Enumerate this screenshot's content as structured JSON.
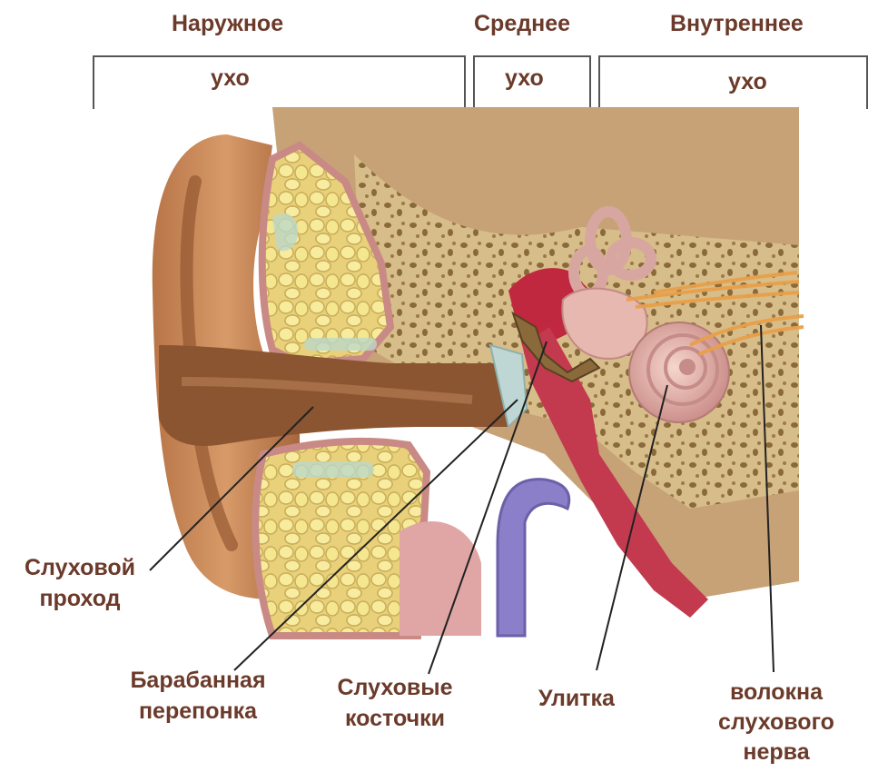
{
  "sections": {
    "outer": {
      "line1": "Наружное",
      "line2": "ухо"
    },
    "middle": {
      "line1": "Среднее",
      "line2": "ухо"
    },
    "inner": {
      "line1": "Внутреннее",
      "line2": "ухо"
    }
  },
  "labels": {
    "ear_canal": {
      "line1": "Слуховой",
      "line2": "проход"
    },
    "eardrum": {
      "line1": "Барабанная",
      "line2": "перепонка"
    },
    "ossicles": {
      "line1": "Слуховые",
      "line2": "косточки"
    },
    "cochlea": {
      "line1": "Улитка"
    },
    "nerve": {
      "line1": "волокна",
      "line2": "слухового",
      "line3": "нерва"
    }
  },
  "colors": {
    "label_text": "#6b3a2a",
    "skin": "#c98a5c",
    "bone": "#d9c08a",
    "fat": "#f2e27a",
    "membrane": "#b8243a",
    "vessel": "#8a7fc8",
    "cochlea": "#e8b9b0",
    "nerve": "#e8a04a"
  }
}
